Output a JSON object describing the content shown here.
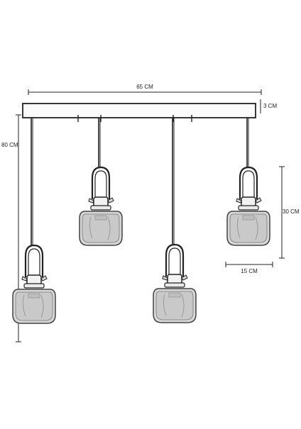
{
  "dimensions": {
    "width": "65 CM",
    "canopy_height": "3 CM",
    "total_height": "80 CM",
    "lamp_height": "30 CM",
    "lamp_width": "15 CM"
  },
  "lamp_count": 4,
  "colors": {
    "line": "#222222",
    "glass": "#d7d7d7"
  }
}
